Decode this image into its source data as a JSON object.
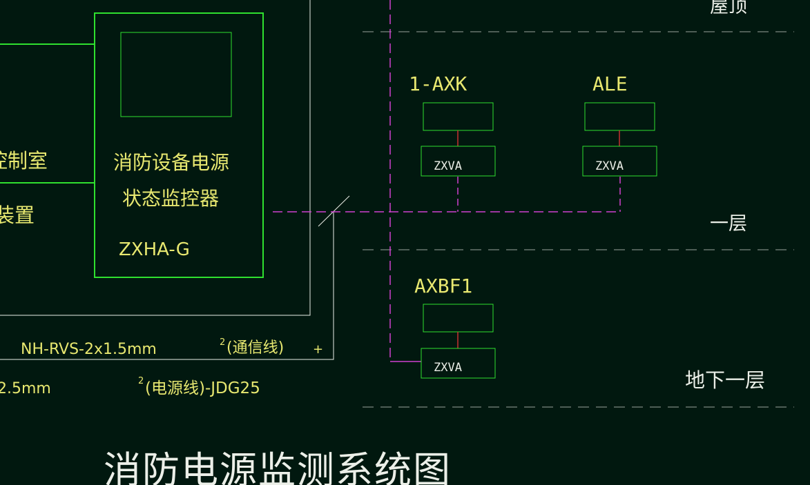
{
  "colors": {
    "background": "#01180f",
    "green_box": "#2fe02f",
    "yellow_text": "#e8e870",
    "white_line": "#ecefe8",
    "magenta_dash": "#d040d0",
    "red_link": "#c83030",
    "grey_dash": "#9aa59c"
  },
  "left": {
    "partial_room": "控制室",
    "partial_device": "装置"
  },
  "monitor": {
    "name_line1": "消防设备电源",
    "name_line2": "状态监控器",
    "model": "ZXHA-G"
  },
  "cables": {
    "comm_prefix": "NH-RVS-2x1.5mm",
    "comm_sup": "2",
    "comm_label": "(通信线)",
    "comm_mark": "+",
    "power_prefix": "2.5mm",
    "power_sup": "2",
    "power_label": "(电源线)-JDG25"
  },
  "floors": {
    "roof": "屋顶",
    "first": "一层",
    "basement": "地下一层"
  },
  "panels": [
    {
      "name": "1-AXK",
      "sensor": "ZXVA"
    },
    {
      "name": "ALE",
      "sensor": "ZXVA"
    },
    {
      "name": "AXBF1",
      "sensor": "ZXVA"
    }
  ],
  "title": "消防电源监测系统图"
}
